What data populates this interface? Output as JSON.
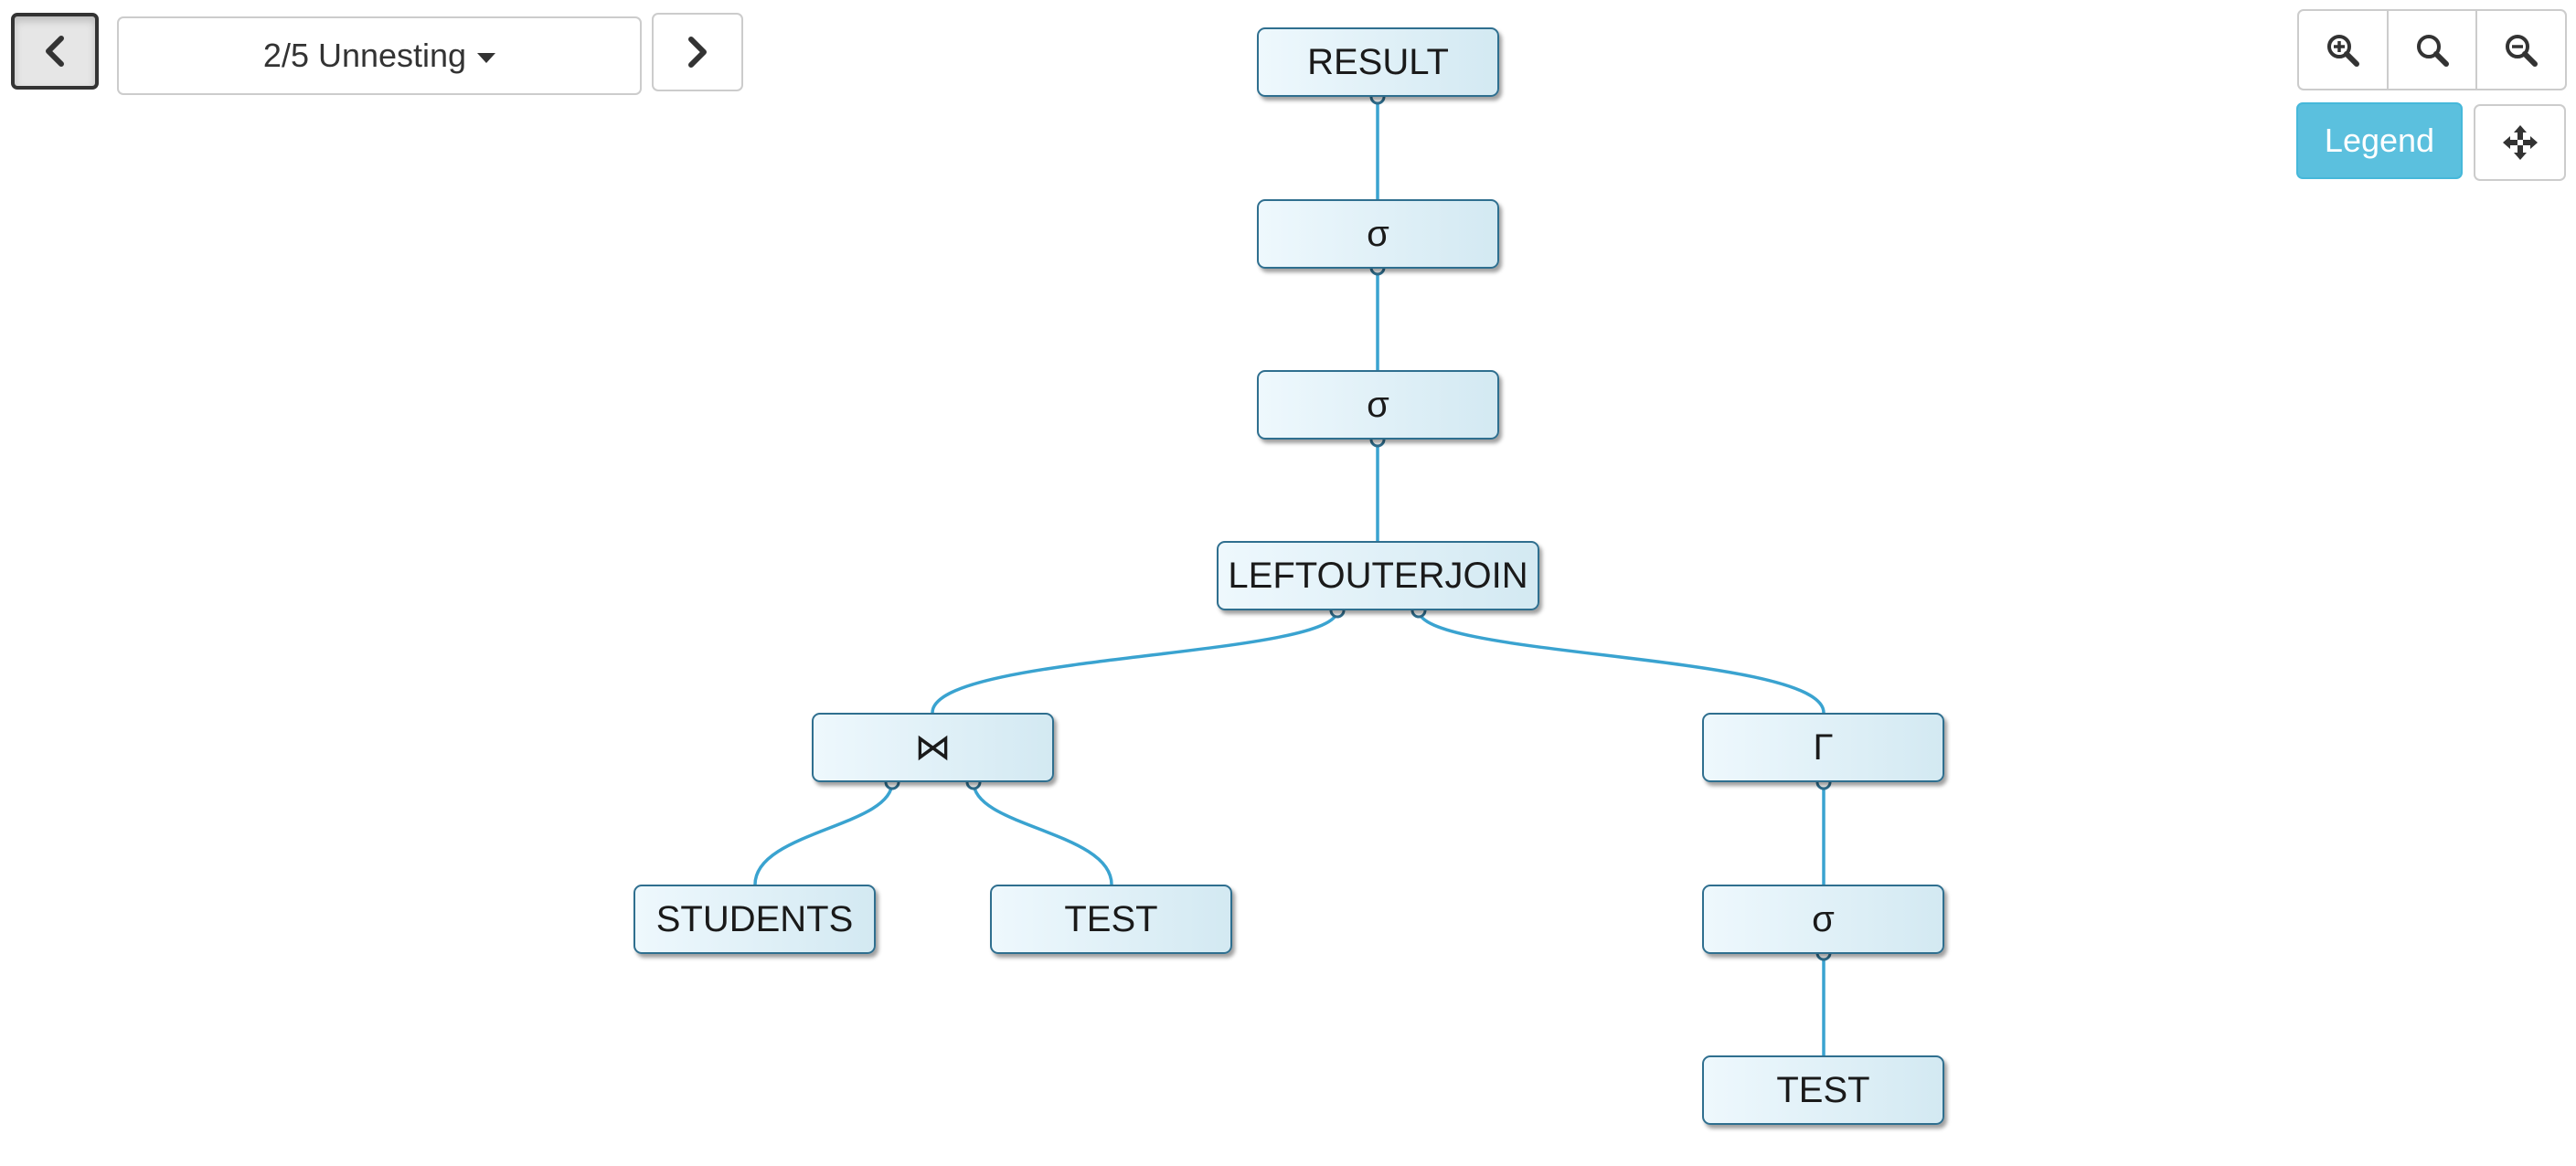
{
  "toolbar": {
    "step_label": "2/5 Unnesting",
    "legend_label": "Legend"
  },
  "tree": {
    "nodes": {
      "result": "RESULT",
      "select1": "σ",
      "select2": "σ",
      "left_outer_join": "LEFTOUTERJOIN",
      "join": "⋈",
      "students": "STUDENTS",
      "test_left": "TEST",
      "group": "Γ",
      "select3": "σ",
      "test_right": "TEST"
    }
  },
  "colors": {
    "edge": "#3aa3d0",
    "node_border": "#2f6f8f",
    "legend_bg": "#5bc0de"
  }
}
